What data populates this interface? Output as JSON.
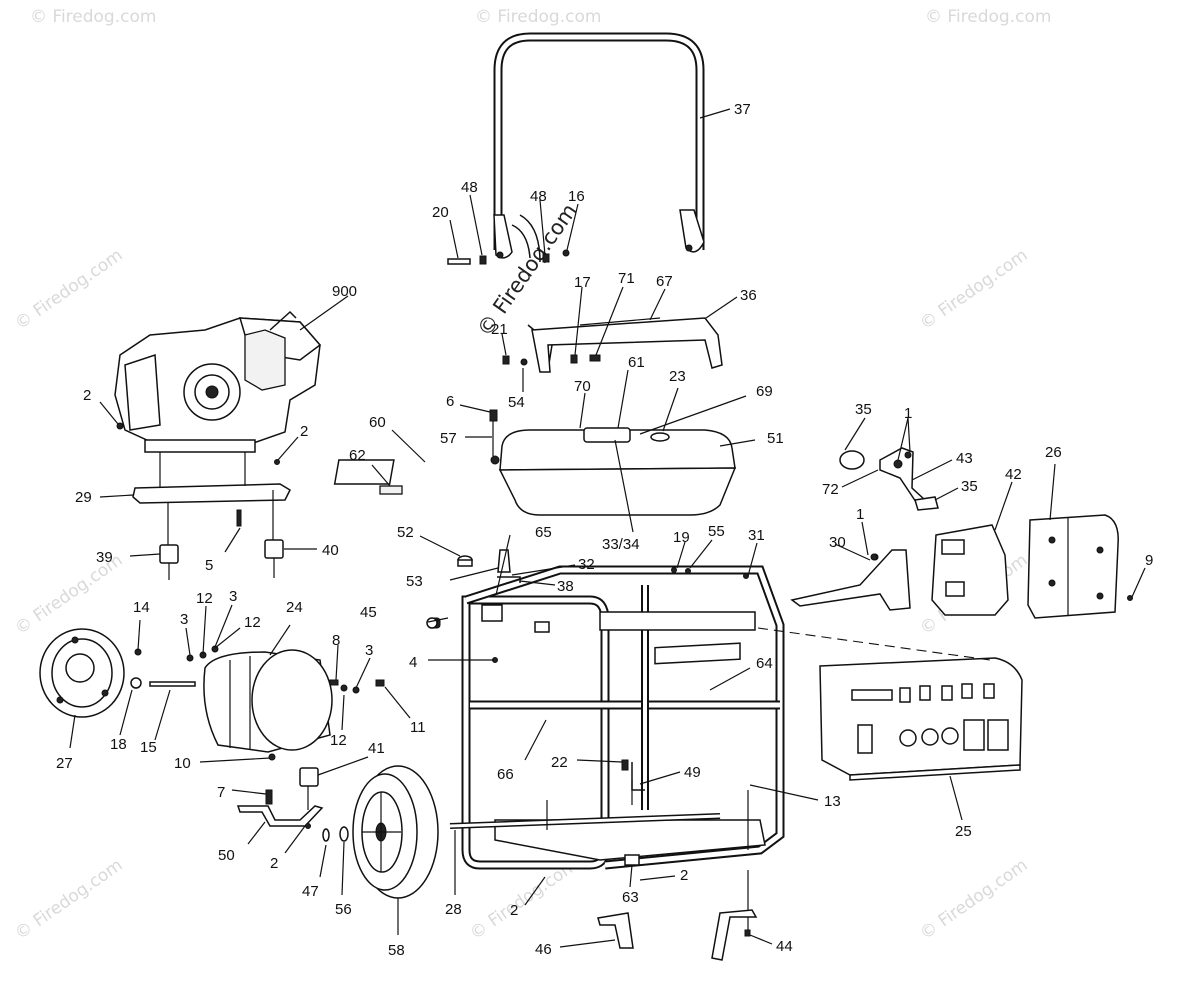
{
  "watermark": {
    "text": "© Firedog.com",
    "center_text": "© Firedog.com"
  },
  "callouts": [
    "37",
    "48",
    "48",
    "16",
    "20",
    "900",
    "17",
    "71",
    "67",
    "36",
    "21",
    "2",
    "54",
    "61",
    "23",
    "70",
    "69",
    "6",
    "51",
    "60",
    "57",
    "62",
    "29",
    "2",
    "35",
    "1",
    "43",
    "72",
    "35",
    "42",
    "26",
    "5",
    "39",
    "40",
    "52",
    "65",
    "19",
    "55",
    "31",
    "1",
    "30",
    "53",
    "32",
    "38",
    "9",
    "14",
    "12",
    "3",
    "24",
    "3",
    "12",
    "45",
    "4",
    "8",
    "3",
    "64",
    "27",
    "18",
    "15",
    "10",
    "12",
    "11",
    "41",
    "66",
    "22",
    "49",
    "7",
    "50",
    "2",
    "47",
    "56",
    "58",
    "28",
    "2",
    "63",
    "2",
    "13",
    "46",
    "44",
    "25",
    "33/34"
  ]
}
